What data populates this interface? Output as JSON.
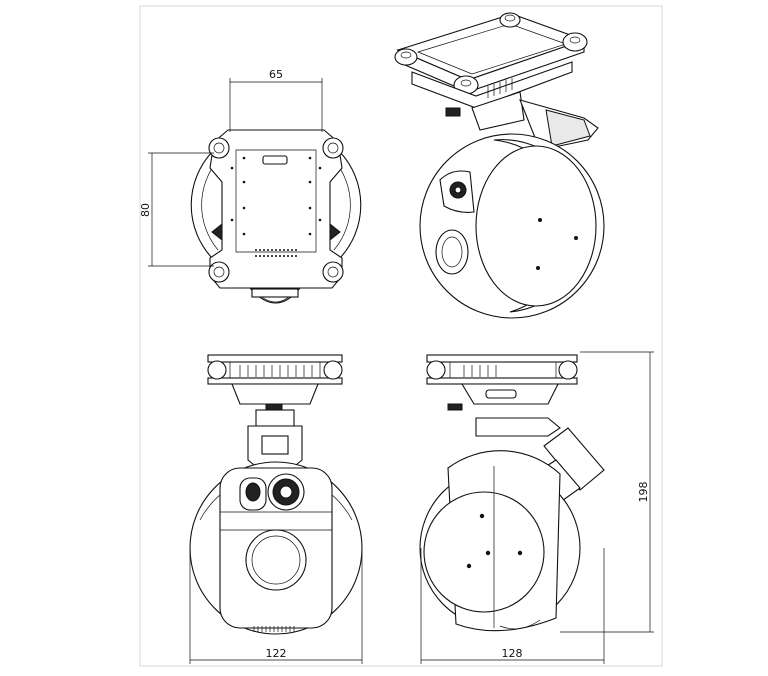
{
  "dimensions": {
    "top_width": "65",
    "top_height": "80",
    "front_width": "122",
    "side_width": "128",
    "side_height": "198"
  },
  "views": {
    "top": {
      "icon": "gimbal-top-view"
    },
    "iso": {
      "icon": "gimbal-isometric-view"
    },
    "front": {
      "icon": "gimbal-front-view"
    },
    "side": {
      "icon": "gimbal-side-view"
    }
  }
}
